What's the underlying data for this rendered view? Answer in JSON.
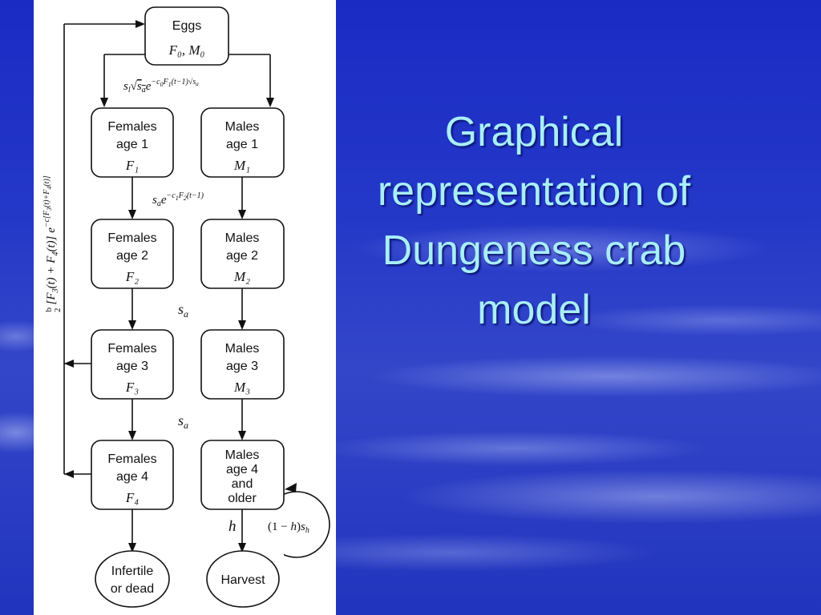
{
  "title_lines": [
    "Graphical",
    "representation of",
    "Dungeness crab",
    "model"
  ],
  "diagram": {
    "eggs": {
      "label": "Eggs",
      "symbol": "F₀, M₀"
    },
    "females": [
      {
        "line1": "Females",
        "line2": "age 1",
        "symbol": "F₁"
      },
      {
        "line1": "Females",
        "line2": "age 2",
        "symbol": "F₂"
      },
      {
        "line1": "Females",
        "line2": "age 3",
        "symbol": "F₃"
      },
      {
        "line1": "Females",
        "line2": "age 4",
        "symbol": "F₄"
      }
    ],
    "males": [
      {
        "line1": "Males",
        "line2": "age 1",
        "symbol": "M₁"
      },
      {
        "line1": "Males",
        "line2": "age 2",
        "symbol": "M₂"
      },
      {
        "line1": "Males",
        "line2": "age 3",
        "symbol": "M₃"
      },
      {
        "line1": "Males",
        "line2": "age 4",
        "line3": "and",
        "line4": "older"
      }
    ],
    "terminal_left": {
      "line1": "Infertile",
      "line2": "or dead"
    },
    "terminal_right": {
      "label": "Harvest"
    },
    "edge_labels": {
      "eggs_to_age1": "sₗ√sₐe^{−c₀F₁(t−1)√sₐ}",
      "age1_to_age2": "sₐe^{−c₁F₂(t−1)}",
      "age2_to_age3": "sₐ",
      "age3_to_age4": "sₐ",
      "harvest": "h",
      "self_loop": "(1 − h)sₕ",
      "fecundity": "b/2 [F₃(t) + F₄(t)] e^{−c[F₃(t)+F₄(t)]}"
    }
  }
}
